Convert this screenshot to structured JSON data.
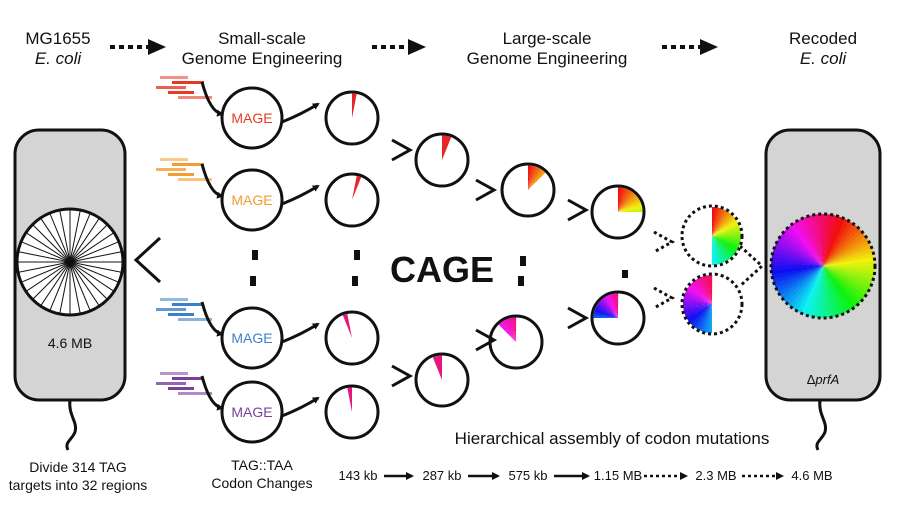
{
  "headers": {
    "start_line1": "MG1655",
    "start_line2": "E. coli",
    "small_line1": "Small-scale",
    "small_line2": "Genome Engineering",
    "large_line1": "Large-scale",
    "large_line2": "Genome Engineering",
    "end_line1": "Recoded",
    "end_line2": "E. coli"
  },
  "left_cell": {
    "genome_size": "4.6 MB",
    "caption_line1": "Divide 314 TAG",
    "caption_line2": "targets into 32 regions"
  },
  "right_cell": {
    "gene_label_prefix": "Δ",
    "gene_label": "prfA"
  },
  "mage": {
    "label": "MAGE",
    "caption_line1": "TAG::TAA",
    "caption_line2": "Codon Changes",
    "colors": [
      "#e63a25",
      "#f39c32",
      "#3d7fc9",
      "#7a3f9d"
    ]
  },
  "cage_label": "CAGE",
  "hierarchy_label": "Hierarchical assembly of codon mutations",
  "scale": [
    "143 kb",
    "287 kb",
    "575 kb",
    "1.15 MB",
    "2.3 MB",
    "4.6 MB"
  ],
  "wedge_colors": {
    "top_red": "#e8262a",
    "bottom_magenta": "#e6167e"
  }
}
